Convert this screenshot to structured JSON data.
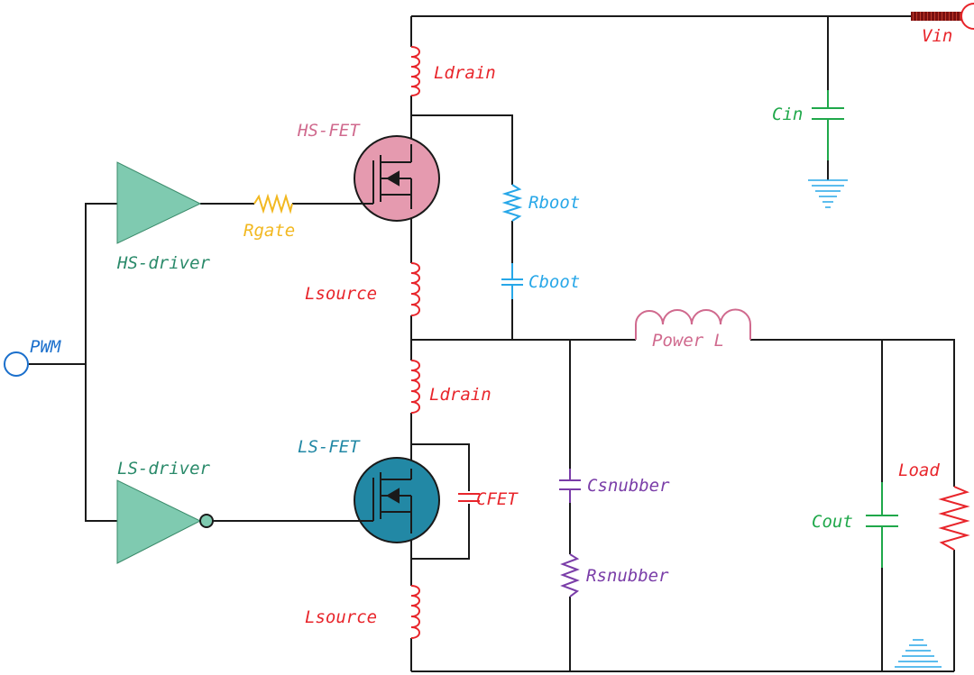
{
  "colors": {
    "wire": "#1a1a1a",
    "parasitic": "#e8252b",
    "green": "#1fa84a",
    "cyan": "#27a7e8",
    "purple": "#7a3da8",
    "pink": "#d06a8e",
    "gold": "#f2b820",
    "driver": "#7fcab0",
    "teal_text": "#2a8a6a",
    "hs_fet": "#e59aaf",
    "ls_fet": "#2288a5",
    "pwm_blue": "#1a6fcc",
    "ground": "#27a7e8"
  },
  "labels": {
    "vin": "Vin",
    "pwm": "PWM",
    "hs_driver": "HS-driver",
    "ls_driver": "LS-driver",
    "rgate": "Rgate",
    "hs_fet": "HS-FET",
    "ls_fet": "LS-FET",
    "ldrain_hs": "Ldrain",
    "lsource_hs": "Lsource",
    "ldrain_ls": "Ldrain",
    "lsource_ls": "Lsource",
    "rboot": "Rboot",
    "cboot": "Cboot",
    "cin": "Cin",
    "power_l": "Power L",
    "cfet": "CFET",
    "csnubber": "Csnubber",
    "rsnubber": "Rsnubber",
    "cout": "Cout",
    "load": "Load"
  }
}
